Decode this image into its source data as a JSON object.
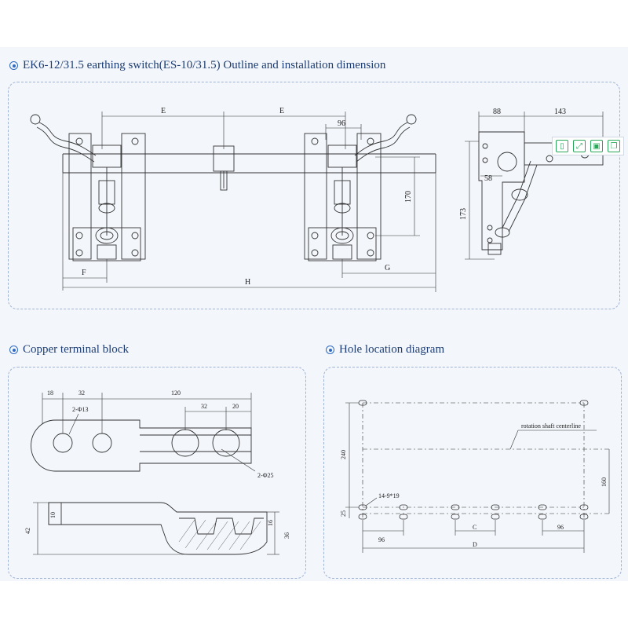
{
  "sections": {
    "outline": {
      "title": "EK6-12/31.5 earthing switch(ES-10/31.5) Outline and installation dimension"
    },
    "copper": {
      "title": "Copper terminal block"
    },
    "hole": {
      "title": "Hole location diagram"
    }
  },
  "outline_dims": {
    "e_left": "E",
    "e_right": "E",
    "d96": "96",
    "d170": "170",
    "f": "F",
    "h": "H",
    "g": "G",
    "d88": "88",
    "d143": "143",
    "d58": "58",
    "d173": "173"
  },
  "copper_dims": {
    "d18": "18",
    "d32a": "32",
    "d120": "120",
    "d32b": "32",
    "d20": "20",
    "phi13": "2-Φ13",
    "phi25": "2-Φ25",
    "d10": "10",
    "d42": "42",
    "d16": "16",
    "d36": "36"
  },
  "hole_dims": {
    "centerline": "rotation shaft centerline",
    "d240": "240",
    "d160": "160",
    "d25": "25",
    "holes": "14-9*19",
    "d96a": "96",
    "c": "C",
    "d96b": "96",
    "d": "D"
  },
  "toolbar": {
    "icons": [
      "bookmark-icon",
      "expand-icon",
      "save-icon",
      "copy-icon"
    ]
  }
}
